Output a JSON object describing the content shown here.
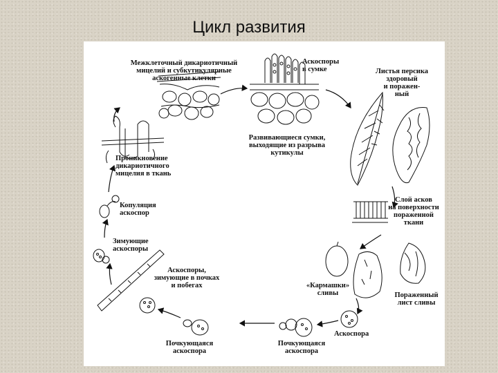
{
  "title": "Цикл развития",
  "labels": {
    "intercellular_mycelium": "Межклеточный дикариотичный\nмицелий и субкутикулярные\nаскогенные клетки",
    "ascospores_in_ascus": "Аскоспоры\nв сумке",
    "peach_leaves": "Листья персика\nздоровый\nи поражен-\nный",
    "developing_asci": "Развивающиеся сумки,\nвыходящие из разрыва\nкутикулы",
    "penetration": "Проникновение\nдикариотичного\nмицелия в ткань",
    "asci_layer": "Слой асков\nна поверхности\nпораженной\nткани",
    "copulation": "Копуляция\nаскоспор",
    "overwintering_ascospores": "Зимующие\nаскоспоры",
    "ascospores_in_buds": "Аскоспоры,\nзимующие в почках\nи побегах",
    "plum_pockets": "«Кармашки»\nсливы",
    "infected_plum_leaf": "Пораженный\nлист сливы",
    "budding_ascospore_1": "Почкующаяся\nаскоспора",
    "budding_ascospore_2": "Почкующаяся\nаскоспора",
    "ascospore": "Аскоспора"
  }
}
